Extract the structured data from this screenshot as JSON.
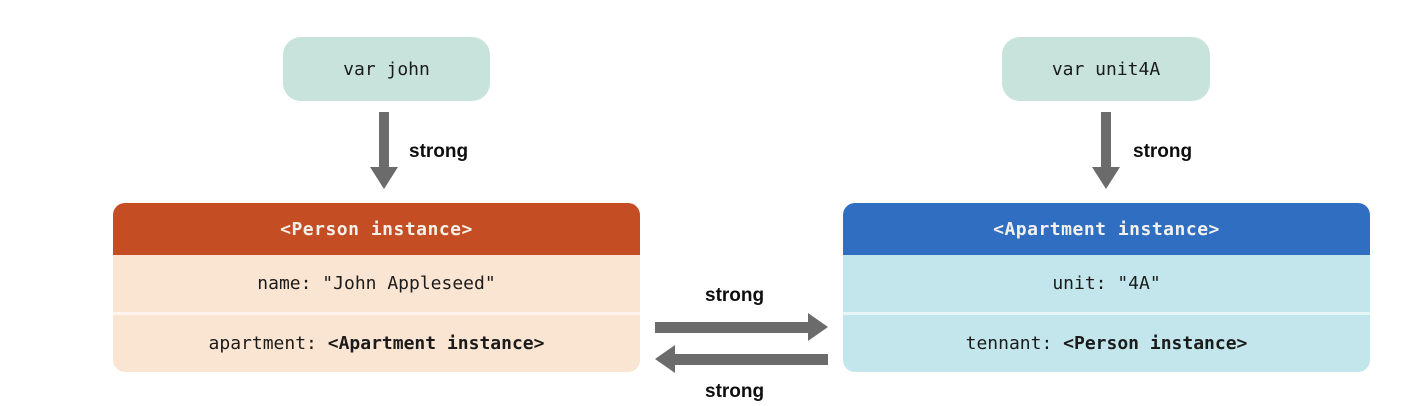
{
  "colors": {
    "var_pill_bg": "#c7e3db",
    "person_header_bg": "#c44d24",
    "person_body_bg": "#fae4d2",
    "apartment_header_bg": "#306ec2",
    "apartment_body_bg": "#c3e6ec",
    "header_text": "#f4f1ea",
    "arrow_color": "#6b6b6b"
  },
  "variables": {
    "john": {
      "label": "var john"
    },
    "unit4A": {
      "label": "var unit4A"
    }
  },
  "person": {
    "title": "<Person instance>",
    "rows": [
      {
        "prefix": "name: \"John Appleseed\"",
        "bold": ""
      },
      {
        "prefix": "apartment: ",
        "bold": "<Apartment instance>"
      }
    ]
  },
  "apartment": {
    "title": "<Apartment instance>",
    "rows": [
      {
        "prefix": "unit: \"4A\"",
        "bold": ""
      },
      {
        "prefix": "tennant: ",
        "bold": "<Person instance>"
      }
    ]
  },
  "references": {
    "john_to_person": "strong",
    "unit4A_to_apartment": "strong",
    "person_to_apartment": "strong",
    "apartment_to_person": "strong"
  }
}
